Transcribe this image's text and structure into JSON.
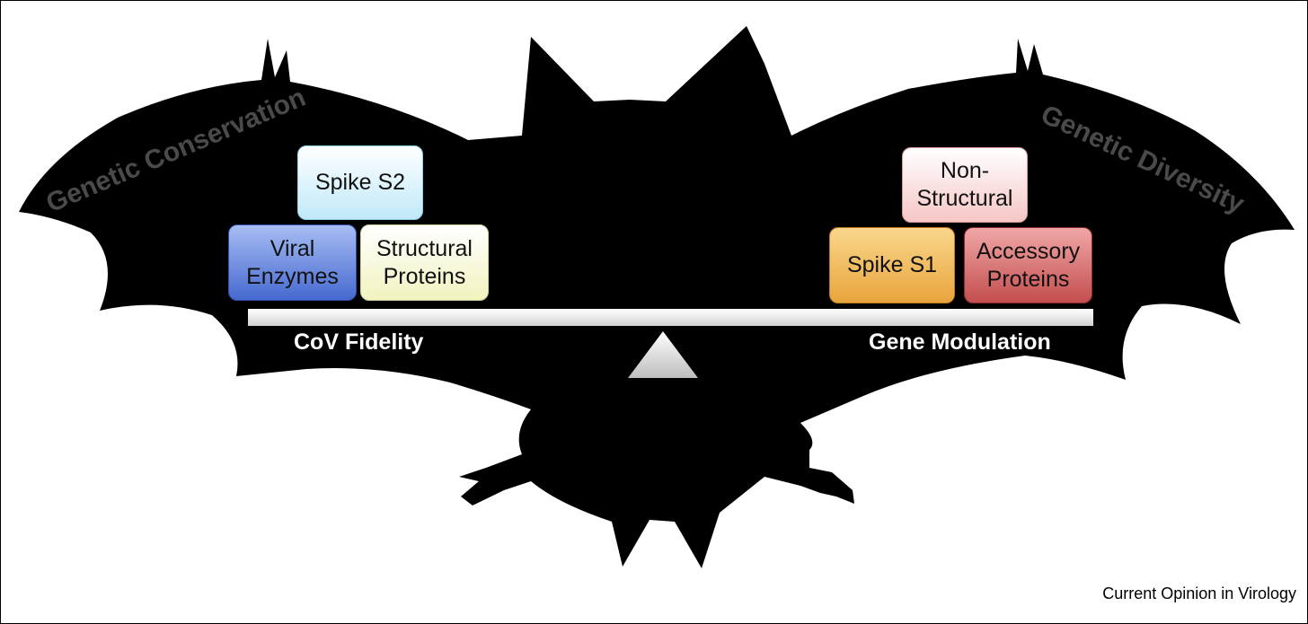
{
  "wing_labels": {
    "left": "Genetic Conservation",
    "right": "Genetic Diversity"
  },
  "left_blocks": {
    "top": "Spike S2",
    "bottom_left": "Viral\nEnzymes",
    "bottom_right": "Structural\nProteins"
  },
  "right_blocks": {
    "top": "Non-\nStructural",
    "bottom_left": "Spike S1",
    "bottom_right": "Accessory\nProteins"
  },
  "balance": {
    "left_label": "CoV Fidelity",
    "right_label": "Gene Modulation"
  },
  "credit": "Current Opinion in Virology",
  "colors": {
    "silhouette": "#000000",
    "wing_text": "#4a4a4a",
    "spike_s2": "#bfe9f8",
    "viral_enzymes": "#4669cf",
    "structural_proteins": "#f1f3bf",
    "non_structural": "#f6c6c6",
    "spike_s1": "#e9a53c",
    "accessory_proteins": "#c44e4e"
  }
}
